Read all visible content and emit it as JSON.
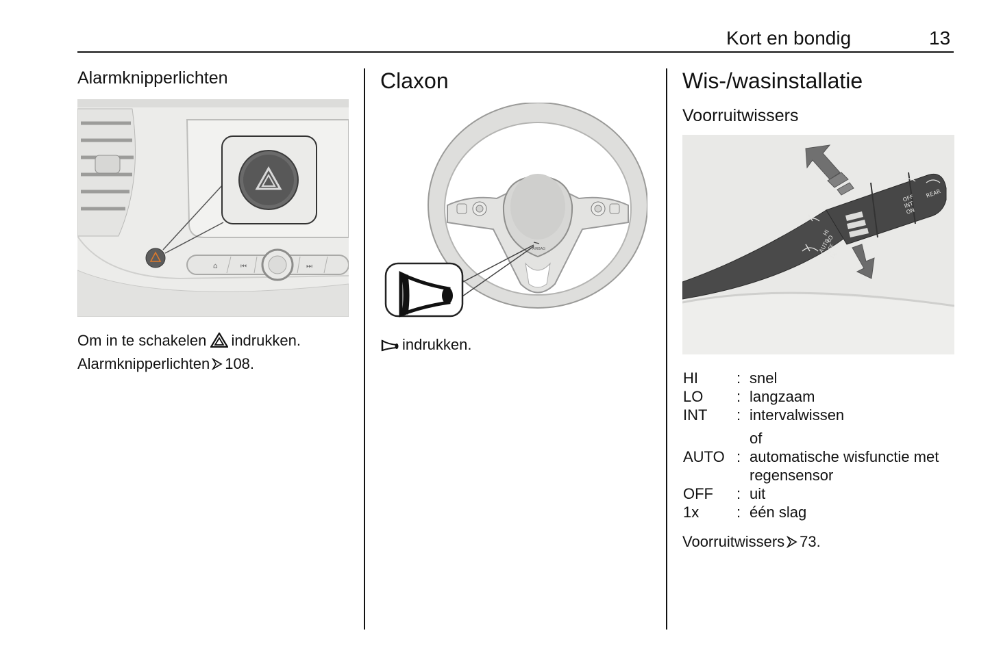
{
  "header": {
    "title": "Kort en bondig",
    "page_number": "13"
  },
  "col1": {
    "heading": "Alarmknipperlichten",
    "line1_before": "Om in te schakelen",
    "line1_after": "indrukken.",
    "line2_text": "Alarmknipperlichten",
    "line2_ref": "108."
  },
  "col2": {
    "heading": "Claxon",
    "instruction": "indrukken.",
    "figure_label_airbag": "AIRBAG"
  },
  "col3": {
    "heading": "Wis-/wasinstallatie",
    "subheading": "Voorruitwissers",
    "figure_labels": {
      "hi": "HI",
      "lo": "LO",
      "auto": "AUTO",
      "off": "OFF",
      "one_x": "1x",
      "rear_off": "OFF",
      "rear_int": "INT",
      "rear_on": "ON",
      "rear": "REAR"
    },
    "legend": [
      {
        "key": "HI",
        "value": "snel"
      },
      {
        "key": "LO",
        "value": "langzaam"
      },
      {
        "key": "INT",
        "value": "intervalwissen"
      },
      {
        "or": "of"
      },
      {
        "key": "AUTO",
        "value": "automatische wisfunctie met regensensor"
      },
      {
        "key": "OFF",
        "value": "uit"
      },
      {
        "key": "1x",
        "value": "één slag"
      }
    ],
    "ref_text": "Voorruitwissers",
    "ref_page": "73."
  },
  "icons": {
    "hazard": "hazard-triangle-icon",
    "horn": "horn-icon",
    "reference": "reference-arrow-icon"
  }
}
